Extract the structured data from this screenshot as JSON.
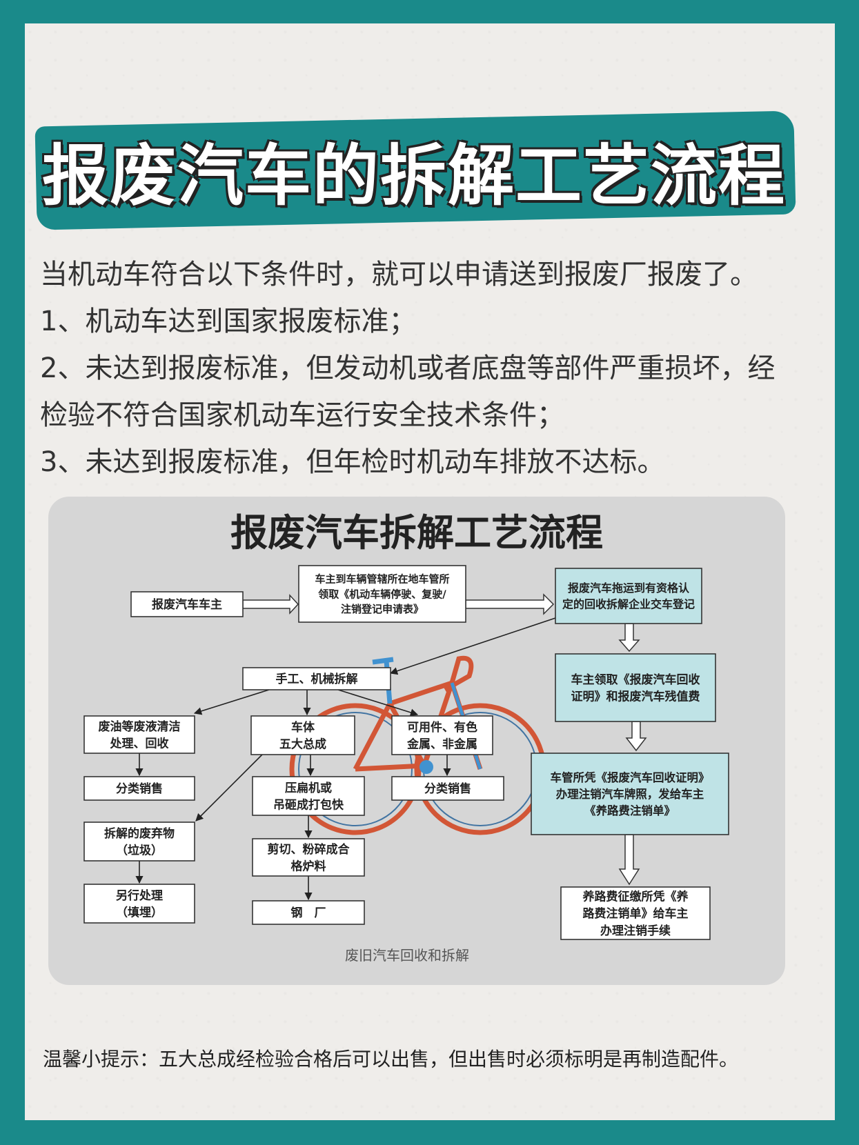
{
  "header": {
    "title": "报废汽车的拆解工艺流程"
  },
  "intro": {
    "lead": "当机动车符合以下条件时，就可以申请送到报废厂报废了。",
    "conditions": [
      "1、机动车达到国家报废标准；",
      "2、未达到报废标准，但发动机或者底盘等部件严重损坏，经",
      "检验不符合国家机动车运行安全技术条件；",
      "3、未达到报废标准，但年检时机动车排放不达标。"
    ]
  },
  "diagram": {
    "title": "报废汽车拆解工艺流程",
    "caption": "废旧汽车回收和拆解",
    "boxes": {
      "owner": [
        "报废汽车车主"
      ],
      "vms": [
        "车主到车辆管辖所在地车管所",
        "领取《机动车辆停驶、复驶/",
        "注销登记申请表》"
      ],
      "tow": [
        "报废汽车拖运到有资格认",
        "定的回收拆解企业交车登记"
      ],
      "receive": [
        "车主领取《报废汽车回收",
        "证明》和报废汽车残值费"
      ],
      "cancel": [
        "车管所凭《报废汽车回收证明》",
        "办理注销汽车牌照，发给车主",
        "《养路费注销单》"
      ],
      "fee": [
        "养路费征缴所凭《养",
        "路费注销单》给车主",
        "办理注销手续"
      ],
      "dismantle": [
        "手工、机械拆解"
      ],
      "oil": [
        "废油等废液清洁",
        "处理、回收"
      ],
      "sell1": [
        "分类销售"
      ],
      "body": [
        "车体",
        "五大总成"
      ],
      "press": [
        "压扁机或",
        "吊砸成打包快"
      ],
      "shear": [
        "剪切、粉碎成合",
        "格炉料"
      ],
      "steel": [
        "钢　厂"
      ],
      "usable": [
        "可用件、有色",
        "金属、非金属"
      ],
      "sell2": [
        "分类销售"
      ],
      "waste": [
        "拆解的废弃物",
        "（垃圾）"
      ],
      "other": [
        "另行处理",
        "（填埋）"
      ]
    }
  },
  "footer": {
    "tip": "温馨小提示：五大总成经检验合格后可以出售，但出售时必须标明是再制造配件。"
  },
  "colors": {
    "teal": "#1a8a8a",
    "light_blue_box": "#bfe3e6",
    "bike_red": "#d2502e",
    "bike_blue": "#3a8fd0"
  }
}
